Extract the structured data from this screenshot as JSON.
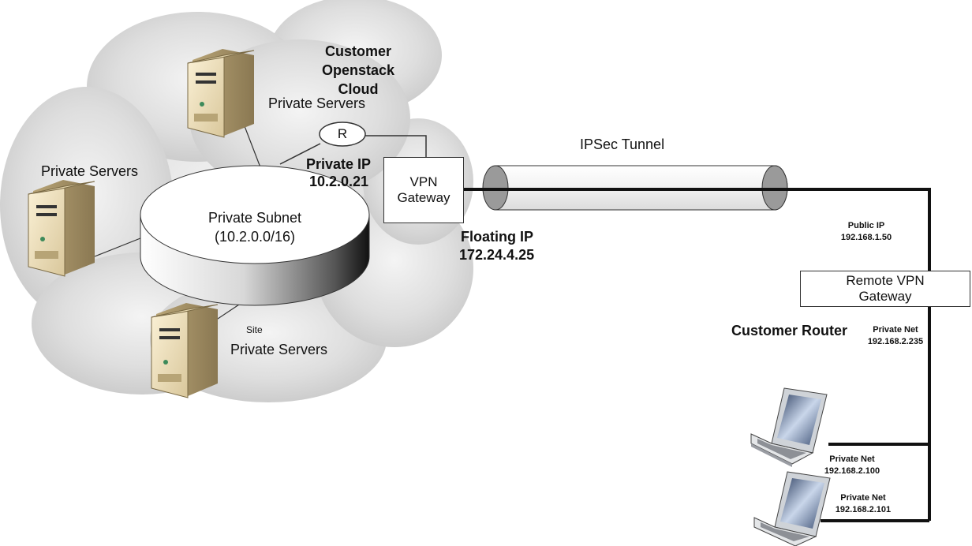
{
  "cloud": {
    "title_line1": "Customer",
    "title_line2": "Openstack",
    "title_line3": "Cloud"
  },
  "servers": {
    "top_label": "Private Servers",
    "left_label": "Private Servers",
    "bottom_label": "Private Servers",
    "bottom_site_label": "Site"
  },
  "subnet": {
    "name": "Private Subnet",
    "cidr": "(10.2.0.0/16)"
  },
  "router": {
    "symbol": "R"
  },
  "private_ip": {
    "label": "Private IP",
    "value": "10.2.0.21"
  },
  "vpn_gateway": {
    "line1": "VPN",
    "line2": "Gateway"
  },
  "floating_ip": {
    "label": "Floating IP",
    "value": "172.24.4.25"
  },
  "tunnel": {
    "label": "IPSec Tunnel"
  },
  "public_ip": {
    "label": "Public IP",
    "value": "192.168.1.50"
  },
  "remote_gateway": {
    "line1": "Remote VPN",
    "line2": "Gateway"
  },
  "customer_router": {
    "label": "Customer Router",
    "net_label": "Private Net",
    "net_value": "192.168.2.235"
  },
  "laptops": [
    {
      "net_label": "Private Net",
      "net_value": "192.168.2.100"
    },
    {
      "net_label": "Private Net",
      "net_value": "192.168.2.101"
    }
  ]
}
